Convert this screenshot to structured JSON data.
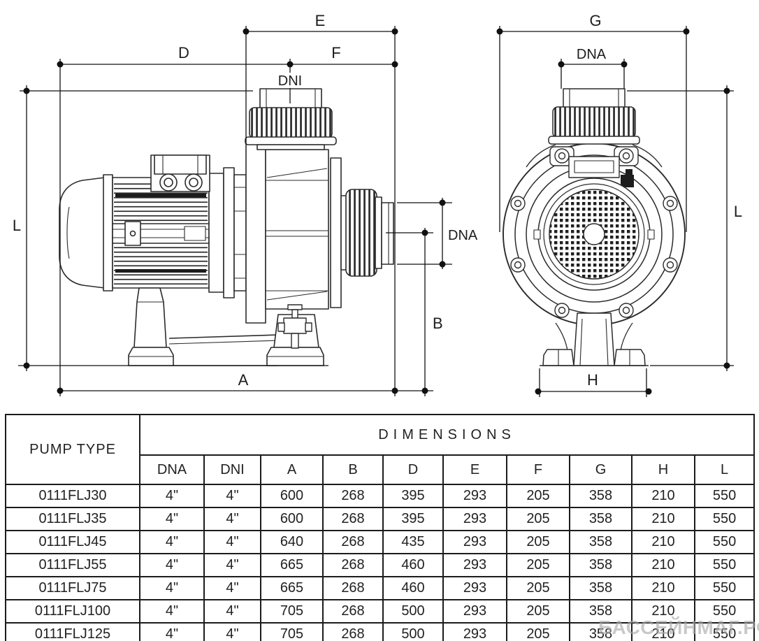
{
  "drawing": {
    "dim_labels": {
      "e": "E",
      "d": "D",
      "f": "F",
      "dni": "DNI",
      "l_side": "L",
      "dna_side": "DNA",
      "b": "B",
      "a": "A",
      "g": "G",
      "dna_front": "DNA",
      "l_front": "L",
      "h": "H"
    }
  },
  "table": {
    "pump_type_header": "PUMP TYPE",
    "dimensions_header": "DIMENSIONS",
    "columns": [
      "DNA",
      "DNI",
      "A",
      "B",
      "D",
      "E",
      "F",
      "G",
      "H",
      "L"
    ],
    "rows": [
      {
        "pump_type": "0111FLJ30",
        "values": [
          "4\"",
          "4\"",
          "600",
          "268",
          "395",
          "293",
          "205",
          "358",
          "210",
          "550"
        ]
      },
      {
        "pump_type": "0111FLJ35",
        "values": [
          "4\"",
          "4\"",
          "600",
          "268",
          "395",
          "293",
          "205",
          "358",
          "210",
          "550"
        ]
      },
      {
        "pump_type": "0111FLJ45",
        "values": [
          "4\"",
          "4\"",
          "640",
          "268",
          "435",
          "293",
          "205",
          "358",
          "210",
          "550"
        ]
      },
      {
        "pump_type": "0111FLJ55",
        "values": [
          "4\"",
          "4\"",
          "665",
          "268",
          "460",
          "293",
          "205",
          "358",
          "210",
          "550"
        ]
      },
      {
        "pump_type": "0111FLJ75",
        "values": [
          "4\"",
          "4\"",
          "665",
          "268",
          "460",
          "293",
          "205",
          "358",
          "210",
          "550"
        ]
      },
      {
        "pump_type": "0111FLJ100",
        "values": [
          "4\"",
          "4\"",
          "705",
          "268",
          "500",
          "293",
          "205",
          "358",
          "210",
          "550"
        ]
      },
      {
        "pump_type": "0111FLJ125",
        "values": [
          "4\"",
          "4\"",
          "705",
          "268",
          "500",
          "293",
          "205",
          "358",
          "210",
          "550"
        ]
      }
    ]
  },
  "watermark": "БАССЕЙНМАГ.РФ"
}
